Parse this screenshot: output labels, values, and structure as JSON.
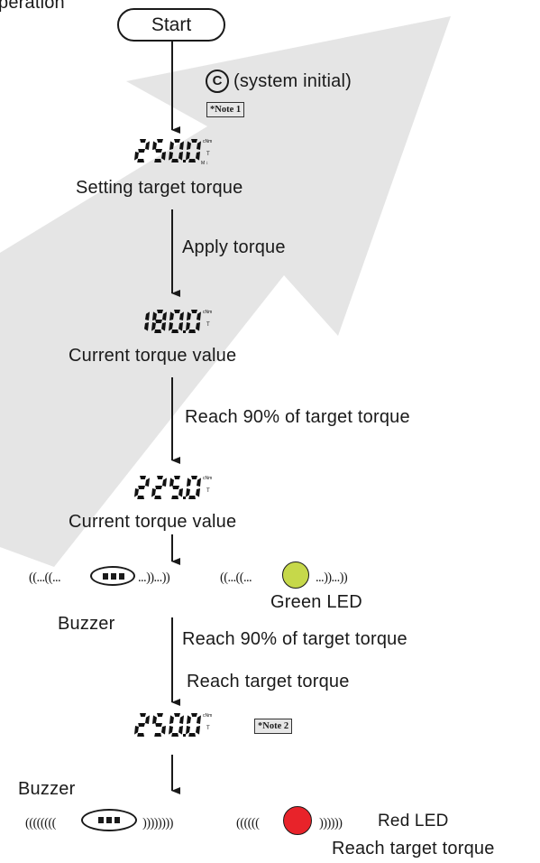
{
  "header_partial": "peration",
  "start_label": "Start",
  "system_initial": {
    "symbol": "C",
    "text": "(system initial)",
    "note": "*Note 1"
  },
  "steps": [
    {
      "display": "2500",
      "unit": "cNm",
      "flags": "M ↕",
      "t": "T",
      "caption": "Setting target torque"
    },
    {
      "display": "1800",
      "unit": "cNm",
      "t": "T",
      "caption": "Current torque value"
    },
    {
      "display": "2250",
      "unit": "cNm",
      "t": "T",
      "caption": "Current torque value"
    },
    {
      "display": "2500",
      "unit": "cNm",
      "t": "T",
      "note": "*Note 2"
    }
  ],
  "transitions": {
    "apply": "Apply torque",
    "reach90_a": "Reach 90% of target torque",
    "reach90_b": "Reach 90% of target torque",
    "reach_target": "Reach target torque"
  },
  "alert_90": {
    "buzzer_waves_left": "((...((...",
    "buzzer_waves_right": "...))...))",
    "led_waves_left": "((...((...",
    "led_waves_right": "...))...))",
    "buzzer_label": "Buzzer",
    "led_label": "Green LED",
    "led_color": "#c6d84a"
  },
  "alert_target": {
    "buzzer_label": "Buzzer",
    "waves_left": "((((((((",
    "waves_right": "))))))))",
    "led_waves_left": "((((((",
    "led_waves_right": "))))))",
    "led_label": "Red LED",
    "led_color": "#e8232a",
    "caption": "Reach target torque"
  },
  "colors": {
    "arrow_bg": "#dcdcdc",
    "line": "#1a1a1a"
  }
}
